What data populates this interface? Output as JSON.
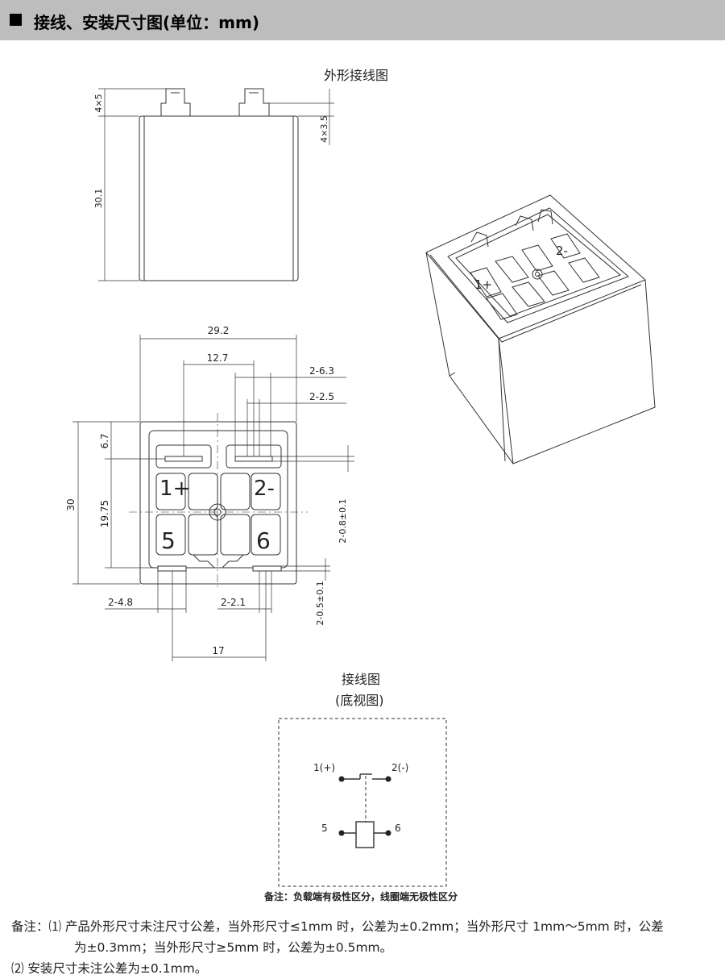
{
  "header": {
    "title": "接线、安装尺寸图(单位：mm)"
  },
  "labels": {
    "outline_title": "外形接线图",
    "wiring_title": "接线图",
    "wiring_subtitle": "(底视图)",
    "diagram_note": "备注：负载端有极性区分，线圈端无极性区分"
  },
  "side_view": {
    "dim_top": "4×5",
    "dim_right": "4×3.5",
    "dim_height": "30.1"
  },
  "bottom_view": {
    "dims": {
      "width": "29.2",
      "pitch_top": "12.7",
      "pin_w1": "2-6.3",
      "pin_w2": "2-2.5",
      "offset": "6.7",
      "height": "30",
      "pitch_v": "19.75",
      "pin_t1": "2-0.8±0.1",
      "pin_t2": "2-0.5±0.1",
      "coil_w1": "2-4.8",
      "coil_w2": "2-2.1",
      "coil_pitch": "17"
    },
    "terminals": [
      "1+",
      "2-",
      "5",
      "6"
    ]
  },
  "iso_view": {
    "terminals": [
      "1+",
      "2-"
    ]
  },
  "schematic": {
    "pin1": "1(+)",
    "pin2": "2(-)",
    "pin5": "5",
    "pin6": "6"
  },
  "notes": {
    "line1": "备注：⑴ 产品外形尺寸未注尺寸公差，当外形尺寸≤1mm 时，公差为±0.2mm；当外形尺寸 1mm～5mm 时，公差",
    "line2": "为±0.3mm；当外形尺寸≥5mm 时，公差为±0.5mm。",
    "line3": "⑵ 安装尺寸未注公差为±0.1mm。"
  }
}
